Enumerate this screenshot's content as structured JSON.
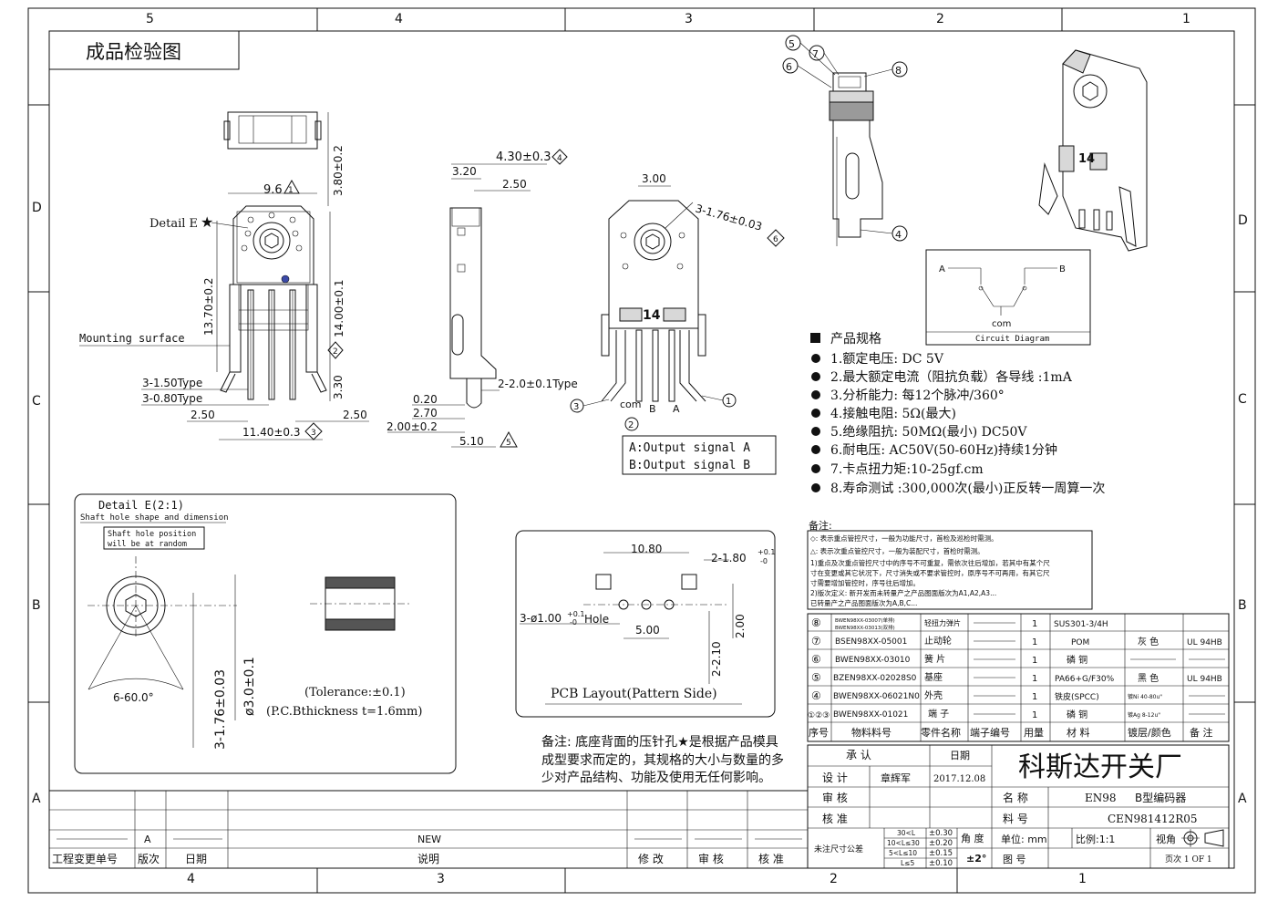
{
  "frame": {
    "top_zones": [
      "5",
      "4",
      "3",
      "2",
      "1"
    ],
    "bottom_zones": [
      "4",
      "3",
      "2",
      "1"
    ],
    "left_rows": [
      "D",
      "C",
      "B",
      "A"
    ],
    "right_rows": [
      "D",
      "C",
      "B",
      "A"
    ]
  },
  "drawing_title": "成品检验图",
  "front_view": {
    "detail_label": "Detail E",
    "mounting_surface": "Mounting surface",
    "dim_width": "9.6",
    "dim_width_tag": "1",
    "dim_height_top": "3.80±0.2",
    "dim_left_height": "13.70±0.2",
    "dim_right_height": "14.00±0.1",
    "dim_right_tag": "2",
    "dim_pin_len": "3.30",
    "pin_type_1": "3-1.50Type",
    "pin_type_2": "3-0.80Type",
    "dim_left_edge": "2.50",
    "dim_right_edge": "2.50",
    "dim_bottom": "11.40±0.3",
    "dim_bottom_tag": "3"
  },
  "side_view": {
    "dim_top": "4.30±0.3",
    "dim_top_tag": "4",
    "dim_3_20": "3.20",
    "dim_2_50": "2.50",
    "dim_pin_type": "2-2.0±0.1Type",
    "dim_0_20": "0.20",
    "dim_2_70": "2.70",
    "dim_2_00": "2.00±0.2",
    "dim_5_10": "5.10",
    "dim_5_10_tag": "5"
  },
  "rear_view": {
    "dim_3_00": "3.00",
    "dim_shaft": "3-1.76±0.03",
    "dim_shaft_tag": "6",
    "body_mark": "14",
    "pin_com": "com",
    "pin_b": "B",
    "pin_a": "A",
    "callouts": [
      "3",
      "2",
      "1"
    ],
    "output_a": "A:Output signal A",
    "output_b": "B:Output signal B"
  },
  "exploded_view": {
    "callouts": [
      "5",
      "7",
      "6",
      "8",
      "4"
    ]
  },
  "iso_view": {
    "body_mark": "14"
  },
  "circuit": {
    "label_a": "A",
    "label_b": "B",
    "label_com": "com",
    "caption": "Circuit Diagram"
  },
  "specs": {
    "heading": "产品规格",
    "items": [
      "1.额定电压: DC 5V",
      "2.最大额定电流（阻抗负载）各导线 :1mA",
      "3.分析能力: 每12个脉冲/360°",
      "4.接触电阻: 5Ω(最大)",
      "5.绝缘阻抗: 50MΩ(最小) DC50V",
      "6.耐电压: AC50V(50-60Hz)持续1分钟",
      "7.卡点扭力矩:10-25gf.cm",
      "8.寿命测试 :300,000次(最小)正反转一周算一次"
    ]
  },
  "detail_e": {
    "title": "Detail E(2:1)",
    "subtitle": "Shaft hole shape and dimension",
    "note": "Shaft hole position will be at random",
    "dim_angle": "6-60.0°",
    "dim_shaft": "3-1.76±0.03",
    "dim_dia": "ø3.0±0.1",
    "tolerance": "(Tolerance:±0.1)",
    "thickness": "(P.C.Bthickness   t=1.6mm)"
  },
  "pcb_layout": {
    "dim_10_80": "10.80",
    "dim_pad": "2-1.80",
    "dim_hole": "3-ø1.00",
    "hole_word": "Hole",
    "dim_5_00": "5.00",
    "dim_2_00": "2.00",
    "dim_2_10": "2-2.10",
    "caption": "PCB Layout(Pattern Side)"
  },
  "notes_cn": {
    "heading": "备注:",
    "lines": [
      "◇: 表示重点管控尺寸，一般为功能尺寸，首检及巡检时需测。",
      "△: 表示次重点管控尺寸，一般为装配尺寸，首检时需测。",
      "1)重点及次重点管控尺寸中的序号不可重复，需依次往后增加，若其中有某个尺",
      "寸在变更或其它状况下，尺寸消失或不要求管控时，原序号不可再用，有其它尺",
      "寸需要增加管控时，序号往后增加。",
      "2)版次定义: 新开发而未转量产之产品图面版次为A1,A2,A3...",
      "已转量产之产品图面版次为A,B,C..."
    ]
  },
  "remark": "备注: 底座背面的压针孔★是根据产品模具成型要求而定的，其规格的大小与数量的多少对产品结构、功能及使用无任何影响。",
  "bom": {
    "rows": [
      {
        "no": "⑧",
        "part": "BWEN98XX-03007(单排)\nBWEN98XX-03013(双排)",
        "name": "轻扭力弹片",
        "qty": "1",
        "material": "SUS301-3/4H",
        "color": "",
        "rating": ""
      },
      {
        "no": "⑦",
        "part": "BSEN98XX-05001",
        "name": "止动轮",
        "qty": "1",
        "material": "POM",
        "color": "灰 色",
        "rating": "UL 94HB"
      },
      {
        "no": "⑥",
        "part": "BWEN98XX-03010",
        "name": "簧 片",
        "qty": "1",
        "material": "磷 铜",
        "color": "",
        "rating": ""
      },
      {
        "no": "⑤",
        "part": "BZEN98XX-02028S0",
        "name": "基座",
        "qty": "1",
        "material": "PA66+G/F30%",
        "color": "黑 色",
        "rating": "UL 94HB"
      },
      {
        "no": "④",
        "part": "BWEN98XX-06021N0",
        "name": "外壳",
        "qty": "1",
        "material": "铁皮(SPCC)",
        "color": "镀Ni 40-80u\"",
        "rating": ""
      },
      {
        "no": "①②③",
        "part": "BWEN98XX-01021",
        "name": "端 子",
        "qty": "1",
        "material": "磷 铜",
        "color": "镀Ag 8-12u\"",
        "rating": ""
      }
    ],
    "headers": [
      "序号",
      "物料料号",
      "零件名称",
      "端子编号",
      "用量",
      "材 料",
      "镀层/颜色",
      "备 注"
    ]
  },
  "title_block": {
    "approve": "承 认",
    "date_label": "日期",
    "design": "设 计",
    "designer": "章辉军",
    "date": "2017.12.08",
    "check": "审 核",
    "approve2": "核 准",
    "company": "科斯达开关厂",
    "name_label": "名 称",
    "product": "EN98",
    "product_desc": "B型编码器",
    "part_label": "料 号",
    "part_no": "CEN981412R05",
    "unit_label": "单位: mm",
    "scale": "比例:1:1",
    "view_label": "视角",
    "drawing_no_label": "图 号",
    "page": "页次 1 OF 1",
    "tol_title": "未注尺寸公差",
    "tol_rows": [
      [
        "30<L",
        "±0.30"
      ],
      [
        "10<L≤30",
        "±0.20"
      ],
      [
        "5<L≤10",
        "±0.15"
      ],
      [
        "L≤5",
        "±0.10"
      ]
    ],
    "angle_label": "角 度",
    "angle_tol": "±2°"
  },
  "revision": {
    "rev": "A",
    "desc": "NEW",
    "headers": [
      "工程变更单号",
      "版次",
      "日期",
      "说明",
      "修 改",
      "审 核",
      "核 准"
    ]
  }
}
